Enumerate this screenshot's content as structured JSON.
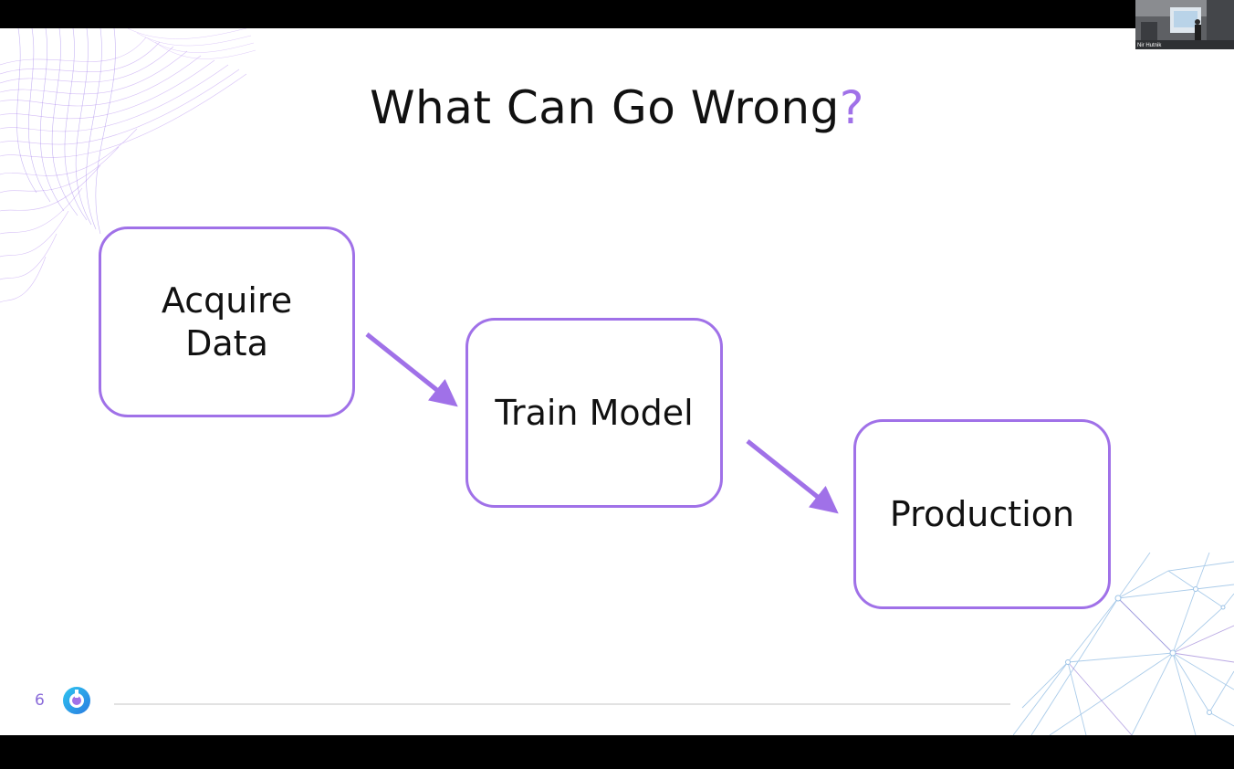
{
  "slide": {
    "title_main": "What Can Go Wrong",
    "title_accent": "?",
    "page_number": "6",
    "accent_color": "#a071e8"
  },
  "flow": {
    "steps": [
      {
        "label": "Acquire\nData"
      },
      {
        "label": "Train Model"
      },
      {
        "label": "Production"
      }
    ]
  },
  "video": {
    "participant_name": "Nir Hutnik"
  }
}
